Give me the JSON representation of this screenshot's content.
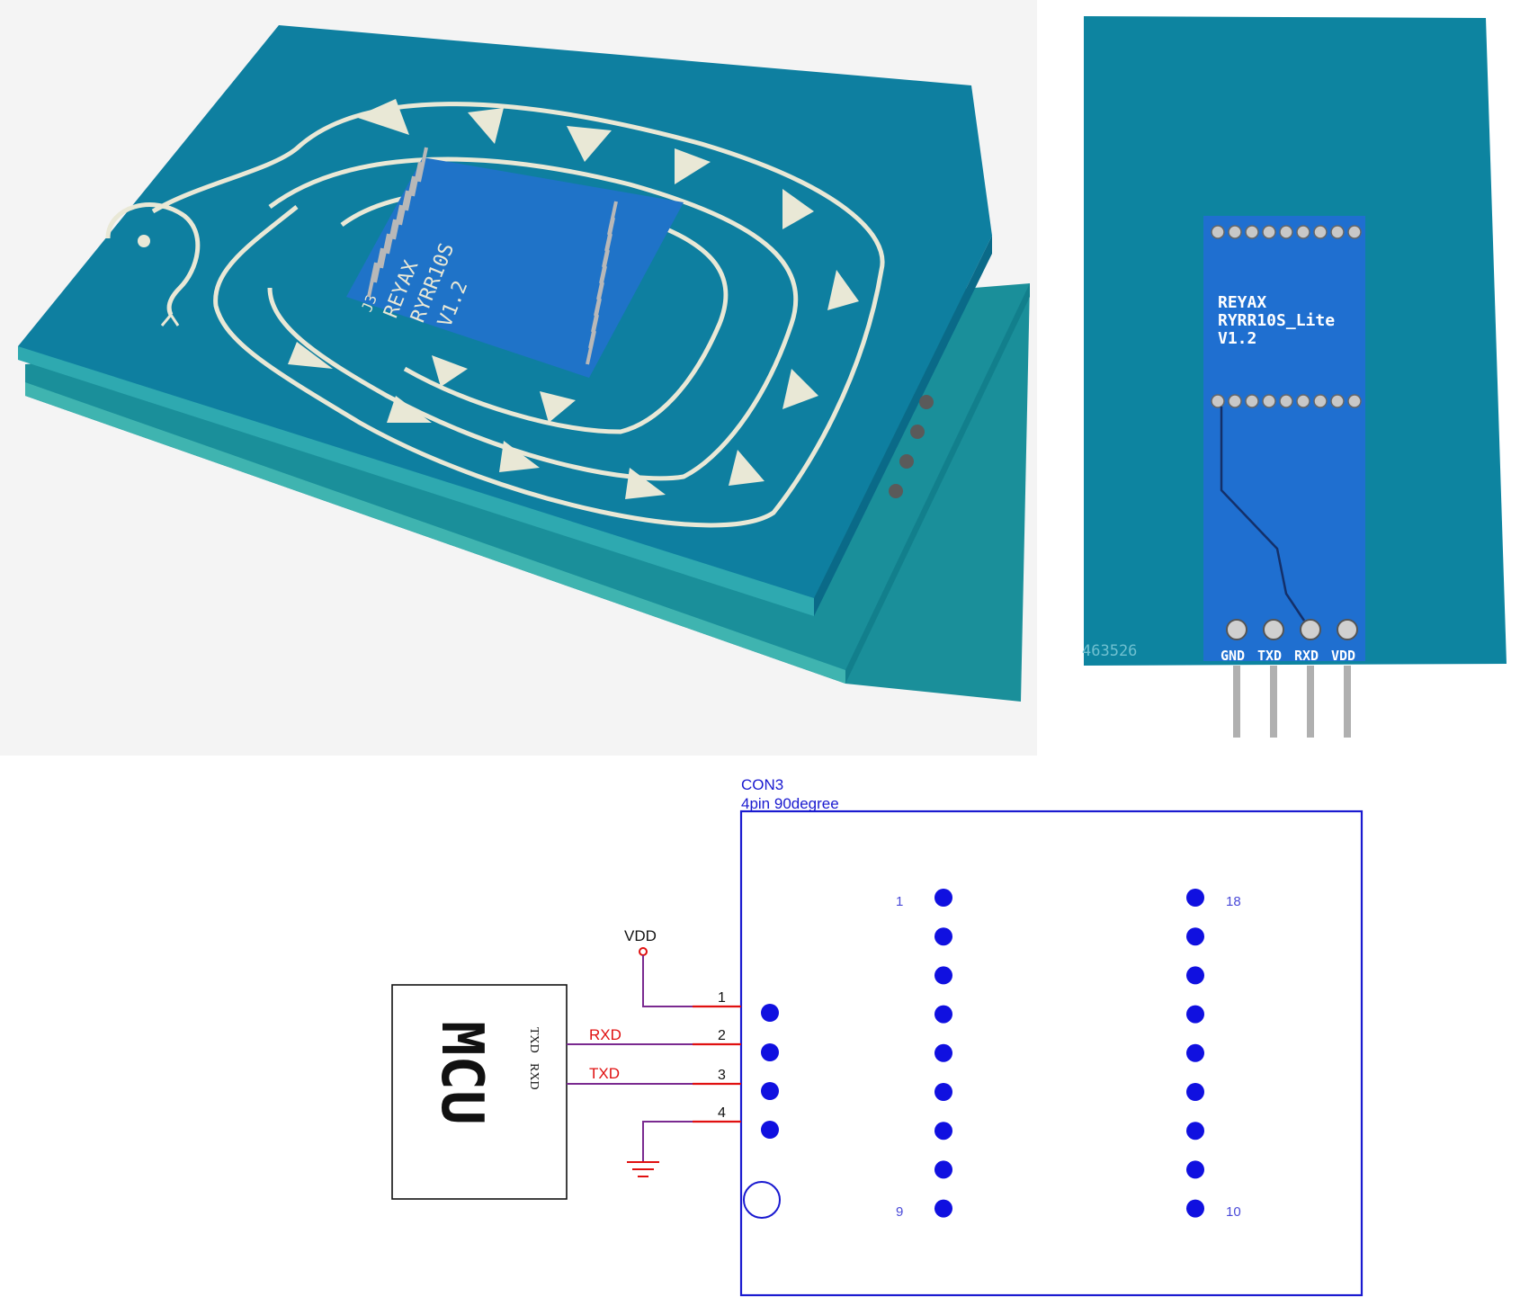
{
  "colors": {
    "pcb": "#0e7fa0",
    "pcb_dark": "#0a6a88",
    "pcb_edge": "#2aa3a6",
    "module": "#1f73c8",
    "silk": "#e9e8d6",
    "schematic_blue": "#1a1ad0",
    "wire_red": "#e01010",
    "wire_purple": "#7a2a90",
    "pin_dot": "#1010e0",
    "pin_num": "#4a4ad8",
    "black": "#111111"
  },
  "photo_left": {
    "module_silk": {
      "line1": "REYAX",
      "line2": "RYRR10S",
      "line3": "V1.2",
      "mark": "J3"
    }
  },
  "photo_right": {
    "silk": {
      "line1": "REYAX",
      "line2": "RYRR10S_Lite",
      "line3": "V1.2"
    },
    "serial": "463526",
    "pin_labels": [
      "GND",
      "TXD",
      "RXD",
      "VDD"
    ]
  },
  "schematic": {
    "connector_ref": "CON3",
    "connector_desc": "4pin 90degree",
    "power_label": "VDD",
    "mcu_label": "MCU",
    "mcu_pin_txd": "TXD",
    "mcu_pin_rxd": "RXD",
    "net_rxd": "RXD",
    "net_txd": "TXD",
    "wire_pins": [
      "1",
      "2",
      "3",
      "4"
    ],
    "header_pin_1": "1",
    "header_pin_9": "9",
    "header_pin_10": "10",
    "header_pin_18": "18"
  }
}
